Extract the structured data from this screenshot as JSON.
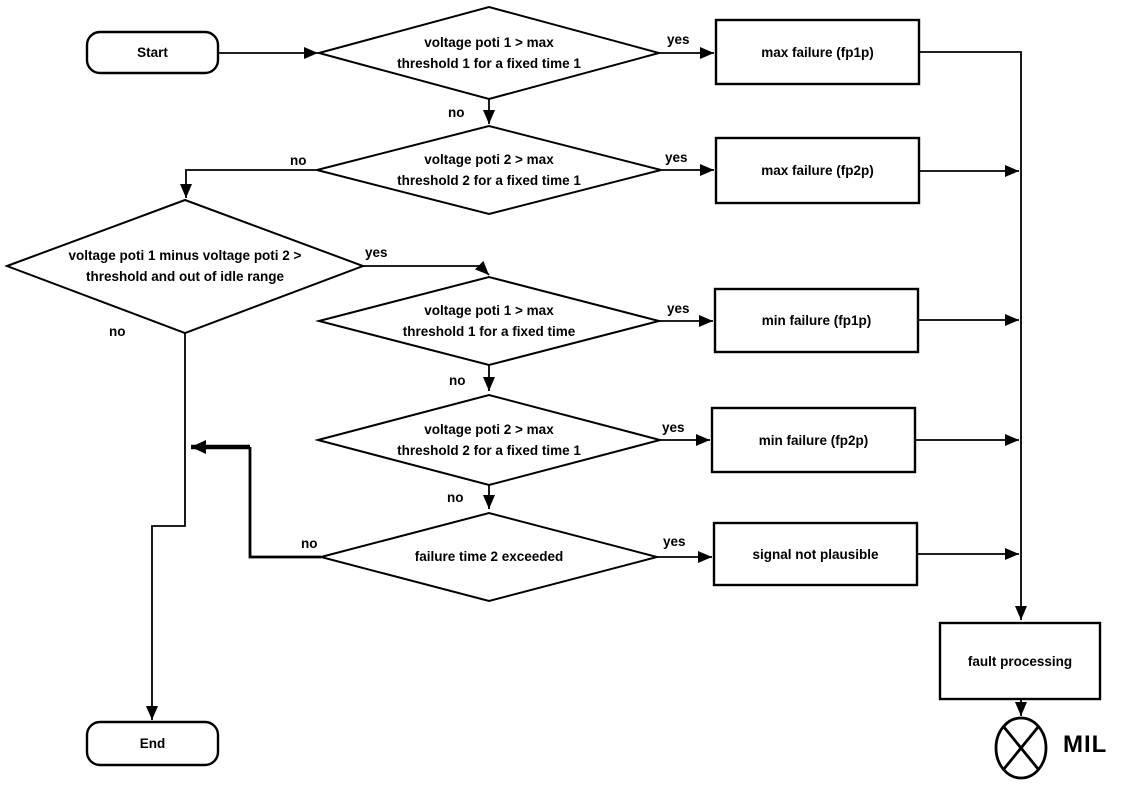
{
  "colors": {
    "ink": "#000000",
    "background": "#ffffff"
  },
  "labels": {
    "yes": "yes",
    "no": "no"
  },
  "terminators": {
    "start": "Start",
    "end": "End"
  },
  "decisions": {
    "d1": {
      "l1": "voltage poti 1 > max",
      "l2": "threshold 1 for a fixed time 1"
    },
    "d2": {
      "l1": "voltage poti 2 > max",
      "l2": "threshold 2 for a fixed time 1"
    },
    "d3": {
      "l1": "voltage poti 1 minus voltage poti 2 >",
      "l2": "threshold and out of idle range"
    },
    "d4": {
      "l1": "voltage poti 1 > max",
      "l2": "threshold 1 for a fixed time"
    },
    "d5": {
      "l1": "voltage poti 2 > max",
      "l2": "threshold 2 for a fixed time 1"
    },
    "d6": {
      "l1": "failure time 2 exceeded"
    }
  },
  "processes": {
    "max_fp1p": "max failure (fp1p)",
    "max_fp2p": "max failure (fp2p)",
    "min_fp1p": "min failure (fp1p)",
    "min_fp2p": "min failure (fp2p)",
    "signal_not_plausible": "signal not plausible",
    "fault_processing": "fault processing"
  },
  "indicator": {
    "mil": "MIL"
  }
}
